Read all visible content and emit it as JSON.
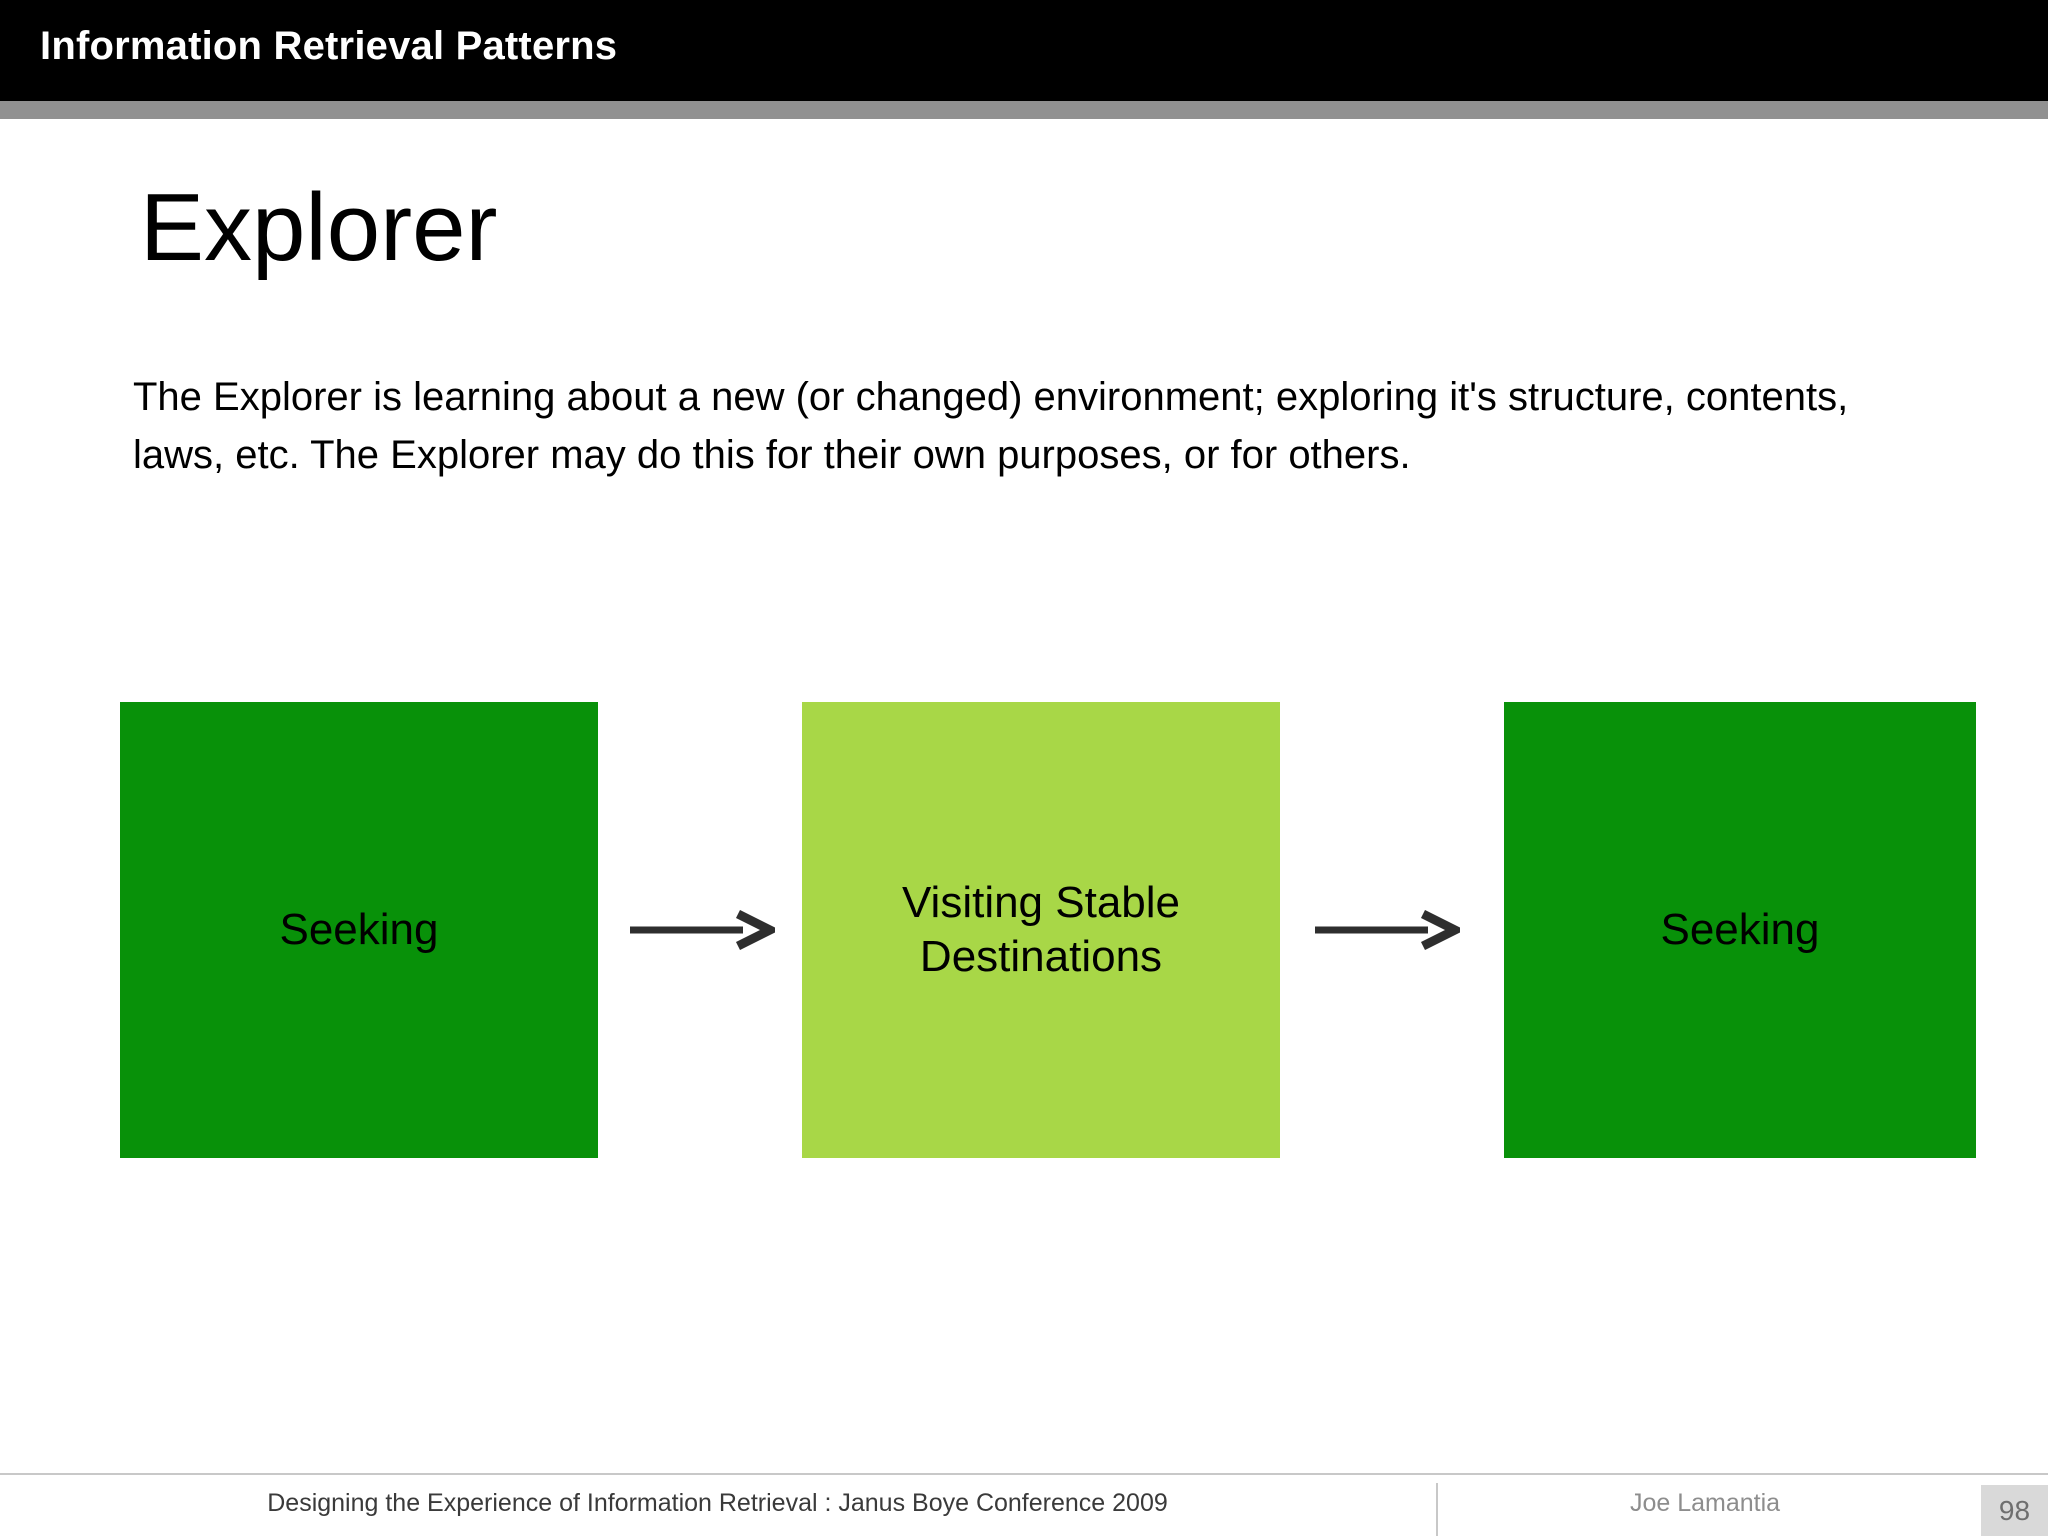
{
  "header": {
    "title": "Information Retrieval Patterns"
  },
  "slide": {
    "title": "Explorer",
    "body": "The Explorer is learning about a new (or changed) environment; exploring it's structure, contents, laws, etc. The Explorer may do this for their own purposes, or for others."
  },
  "diagram": {
    "type": "flow",
    "boxes": [
      {
        "label": "Seeking",
        "color": "#089109"
      },
      {
        "label": "Visiting Stable Destinations",
        "color": "#a8d747"
      },
      {
        "label": "Seeking",
        "color": "#089109"
      }
    ],
    "arrows": [
      {
        "direction": "right",
        "color": "#2e2e2e"
      },
      {
        "direction": "right",
        "color": "#2e2e2e"
      }
    ]
  },
  "footer": {
    "center": "Designing the Experience of Information Retrieval : Janus Boye Conference 2009",
    "author": "Joe Lamantia",
    "page": "98"
  },
  "colors": {
    "header_bg": "#000000",
    "header_text": "#ffffff",
    "header_rule": "#919191",
    "dark_green": "#089109",
    "light_green": "#a8d747",
    "arrow": "#2e2e2e",
    "page_badge_bg": "#d9d9d9"
  }
}
